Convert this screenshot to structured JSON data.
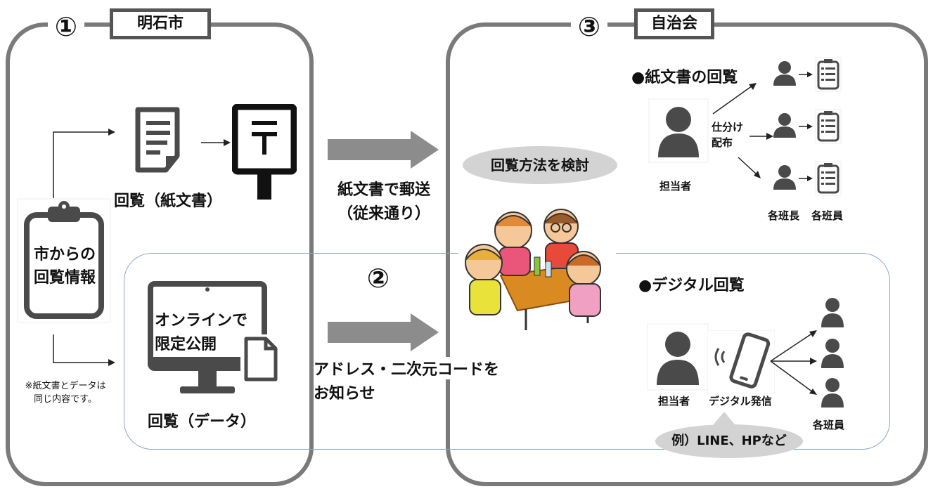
{
  "section1": {
    "number": "①",
    "title": "明石市",
    "source_label_line1": "市からの",
    "source_label_line2": "回覧情報",
    "paper_caption": "回覧（紙文書）",
    "online_line1": "オンラインで",
    "online_line2": "限定公開",
    "data_caption": "回覧（データ）",
    "note_line1": "※紙文書とデータは",
    "note_line2": "同じ内容です。"
  },
  "section2": {
    "number": "②",
    "mail_line1": "紙文書で郵送",
    "mail_line2": "（従来通り）",
    "notify_line1": "アドレス・二次元コードを",
    "notify_line2": "お知らせ",
    "discuss_label": "回覧方法を検討"
  },
  "section3": {
    "number": "③",
    "title": "自治会",
    "paper_heading": "●紙文書の回覧",
    "sort_line1": "仕分け",
    "sort_line2": "配布",
    "person_label_top": "担当者",
    "leader_label": "各班長",
    "member_label_top": "各班員",
    "digital_heading": "●デジタル回覧",
    "person_label_bottom": "担当者",
    "send_label": "デジタル発信",
    "member_label_bottom": "各班員",
    "example_label": "例）LINE、HPなど"
  },
  "colors": {
    "frame": "#7a7a7a",
    "blue_frame": "#8aa6c8",
    "icon_dark": "#4a4a4a",
    "arrow_gray": "#8c8c8c",
    "pill_gray": "#d3d3d3"
  }
}
